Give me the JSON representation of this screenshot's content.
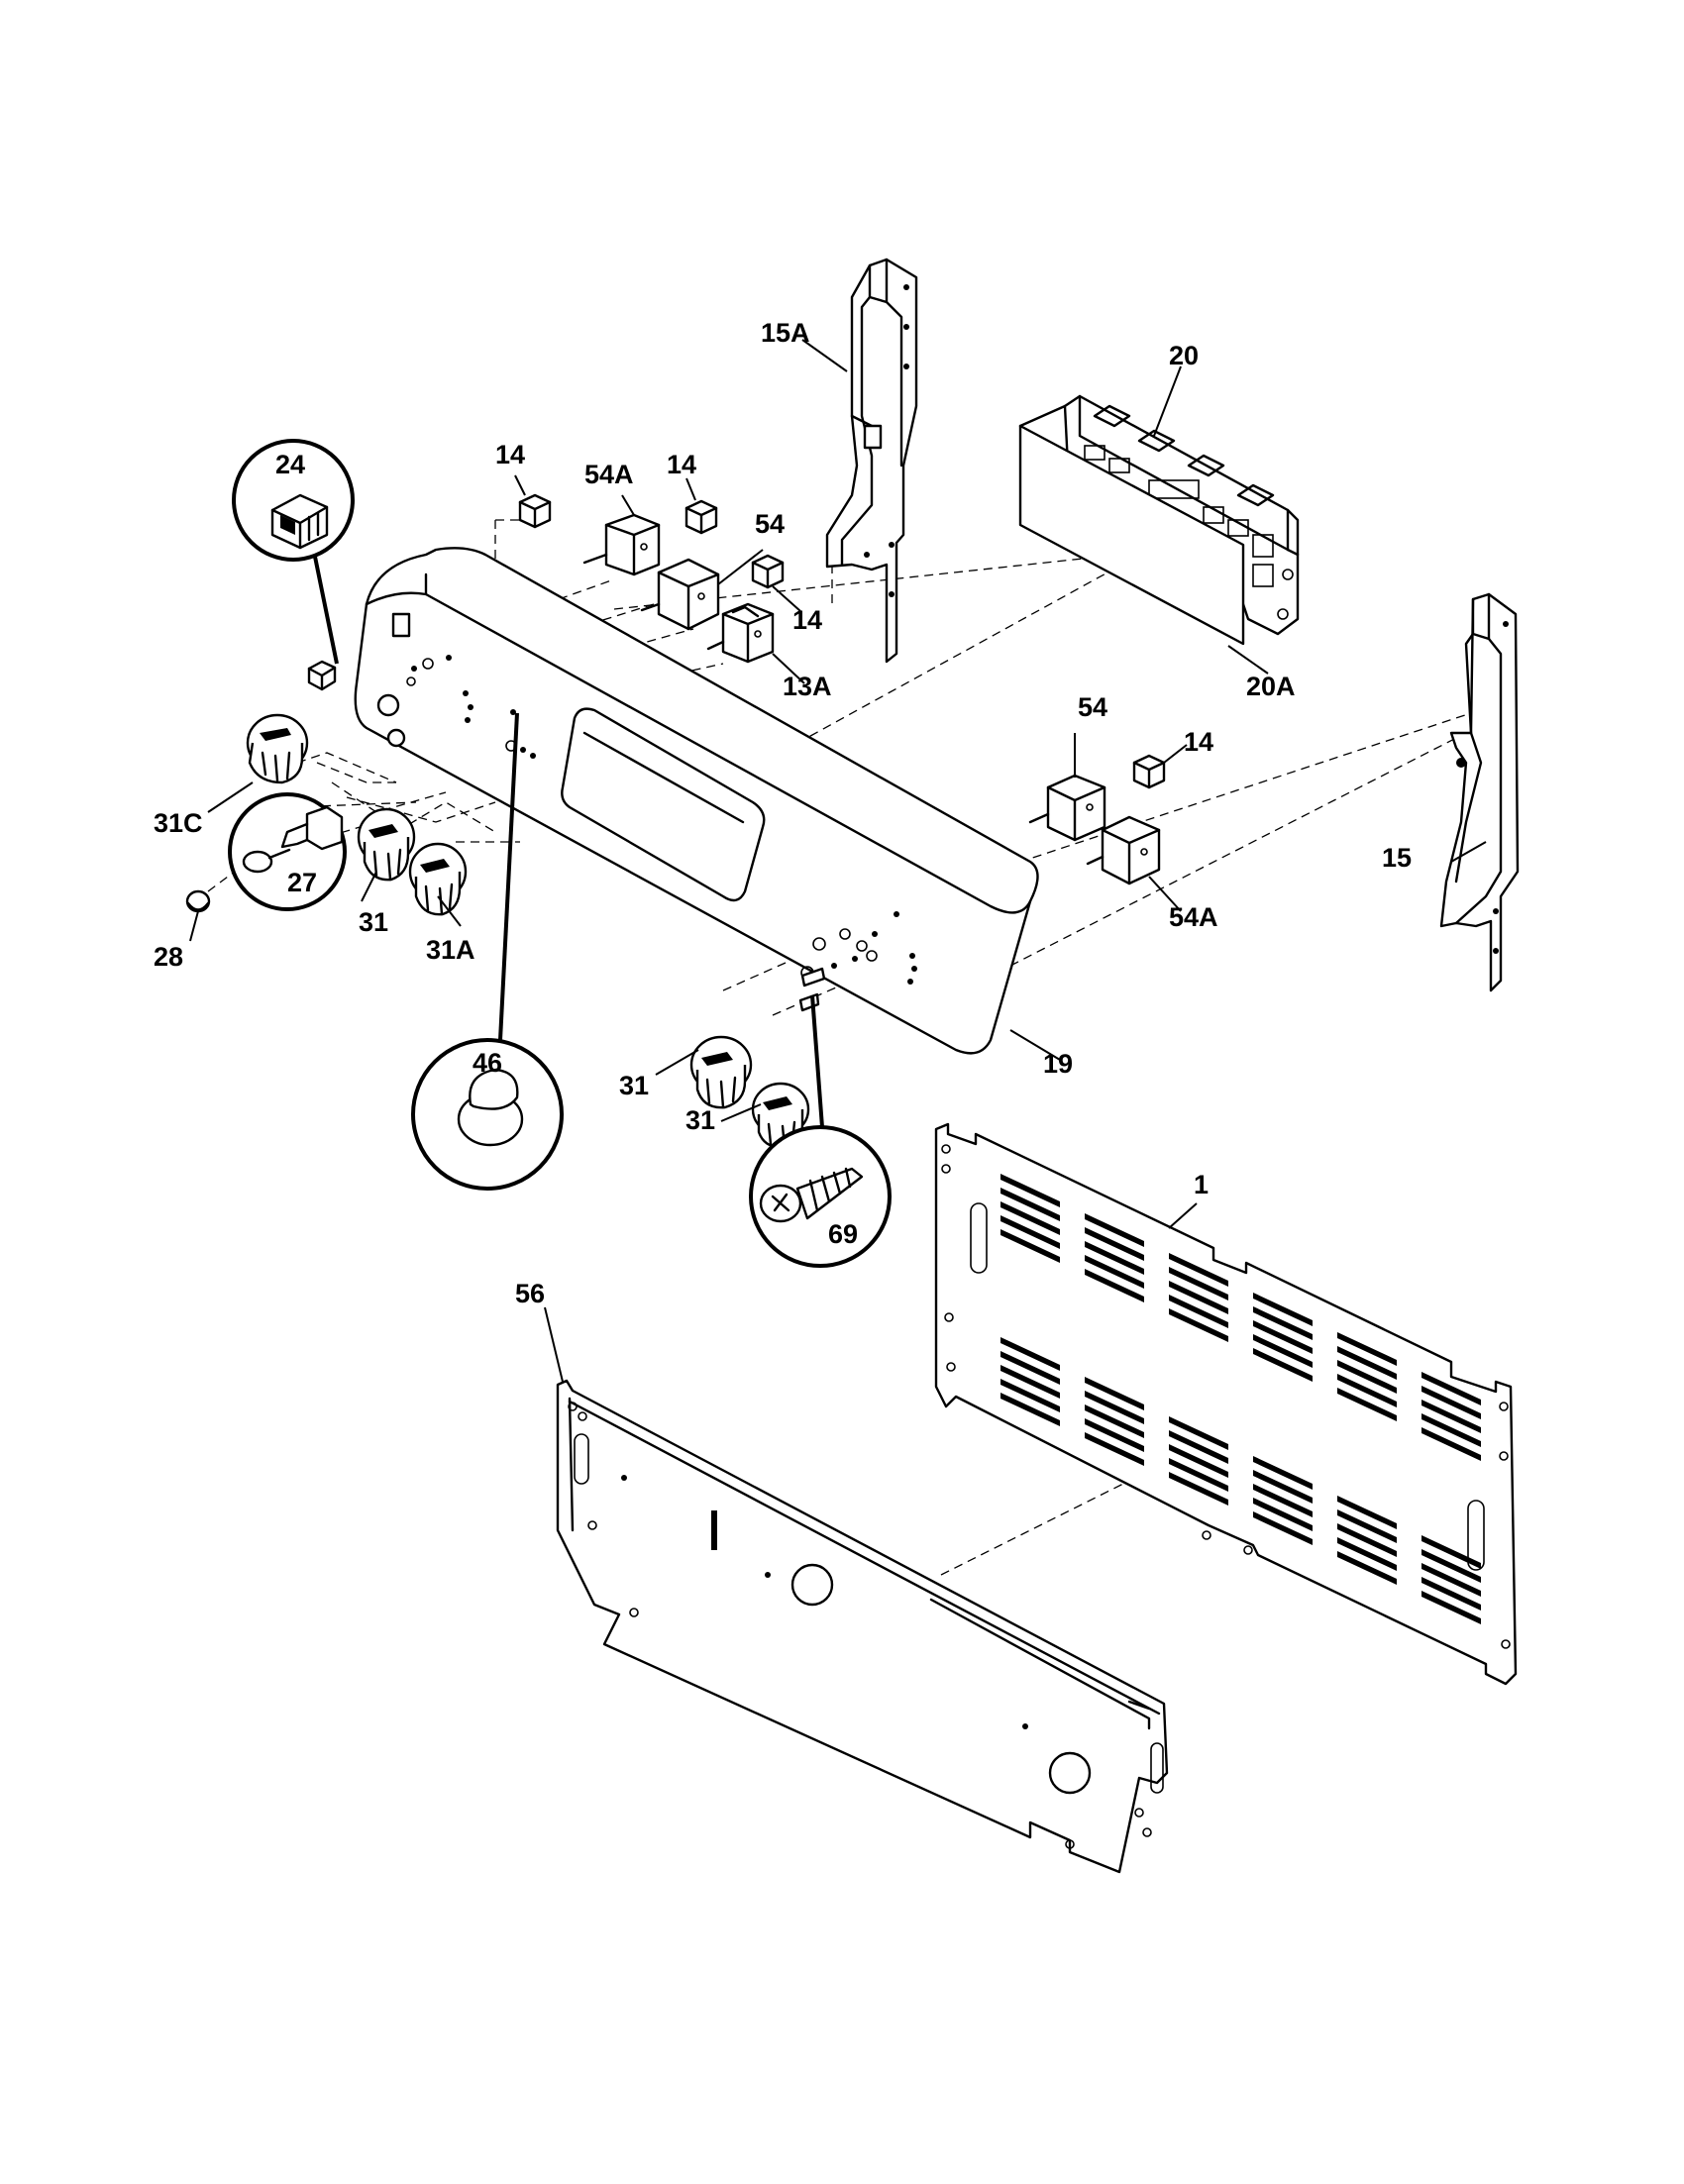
{
  "labels": {
    "p1": "1",
    "p13A": "13A",
    "p14a": "14",
    "p14b": "14",
    "p14c": "14",
    "p14d": "14",
    "p15": "15",
    "p15A": "15A",
    "p19": "19",
    "p20": "20",
    "p20A": "20A",
    "p24": "24",
    "p27": "27",
    "p28": "28",
    "p31a": "31",
    "p31b": "31",
    "p31c": "31",
    "p31A": "31A",
    "p31C": "31C",
    "p46": "46",
    "p54a": "54",
    "p54b": "54",
    "p54Aa": "54A",
    "p54Ab": "54A",
    "p56": "56",
    "p69": "69"
  },
  "icons": {
    "knob": "control-knob-icon",
    "switch": "rocker-switch-icon",
    "screw": "screw-icon",
    "plug": "hole-plug-icon"
  }
}
